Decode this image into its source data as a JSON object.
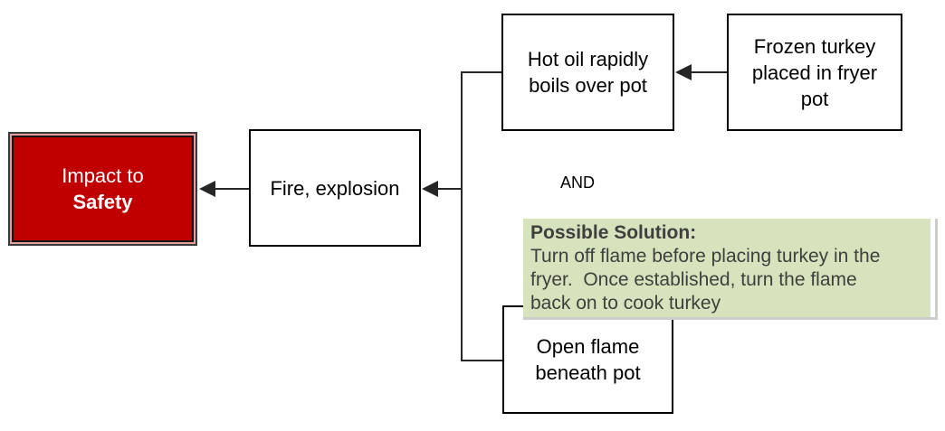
{
  "nodes": {
    "impact": {
      "lines": [
        "Impact to",
        "Safety"
      ],
      "fill": "#c00000",
      "accent_border": "#e59e9a",
      "text_color": "#ffffff"
    },
    "fire": {
      "label": "Fire, explosion"
    },
    "hot_oil": {
      "lines": [
        "Hot oil rapidly",
        "boils over pot"
      ]
    },
    "frozen_turkey": {
      "lines": [
        "Frozen turkey",
        "placed in fryer",
        "pot"
      ]
    },
    "open_flame": {
      "lines": [
        "Open flame",
        "beneath pot"
      ]
    }
  },
  "gate_label": "AND",
  "solution": {
    "title": "Possible Solution:",
    "body_lines": [
      "Turn off flame before placing turkey in the",
      "fryer.  Once established, turn the flame",
      "back on to cook turkey"
    ],
    "fill": "#d6e3bc",
    "text_color": "#3f3f3f"
  },
  "colors": {
    "background": "#ffffff",
    "connector": "#262626",
    "node_border": "#000000"
  }
}
